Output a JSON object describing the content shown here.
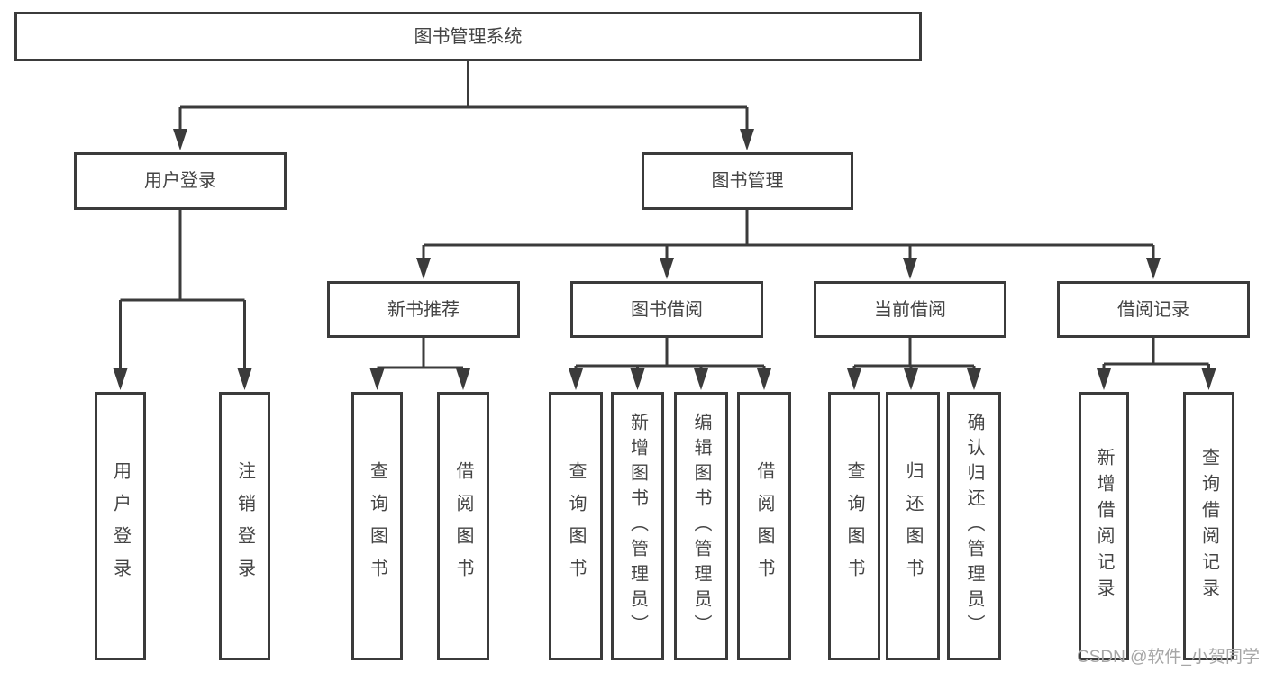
{
  "tree": {
    "root": {
      "label": "图书管理系统"
    },
    "level2": [
      {
        "label": "用户登录"
      },
      {
        "label": "图书管理"
      }
    ],
    "level3": [
      {
        "label": "新书推荐"
      },
      {
        "label": "图书借阅"
      },
      {
        "label": "当前借阅"
      },
      {
        "label": "借阅记录"
      }
    ],
    "leaves": {
      "user_login": [
        "用户登录",
        "注销登录"
      ],
      "new_book": [
        "查询图书",
        "借阅图书"
      ],
      "book_borrow": [
        "查询图书",
        "新增图书（管理员）",
        "编辑图书（管理员）",
        "借阅图书"
      ],
      "current_borrow": [
        "查询图书",
        "归还图书",
        "确认归还（管理员）"
      ],
      "borrow_records": [
        "新增借阅记录",
        "查询借阅记录"
      ]
    }
  },
  "watermark": "CSDN @软件_小贺同学",
  "colors": {
    "line": "#3b3b3b",
    "text": "#444444",
    "watermark": "#a6a6a6",
    "background": "#ffffff"
  }
}
